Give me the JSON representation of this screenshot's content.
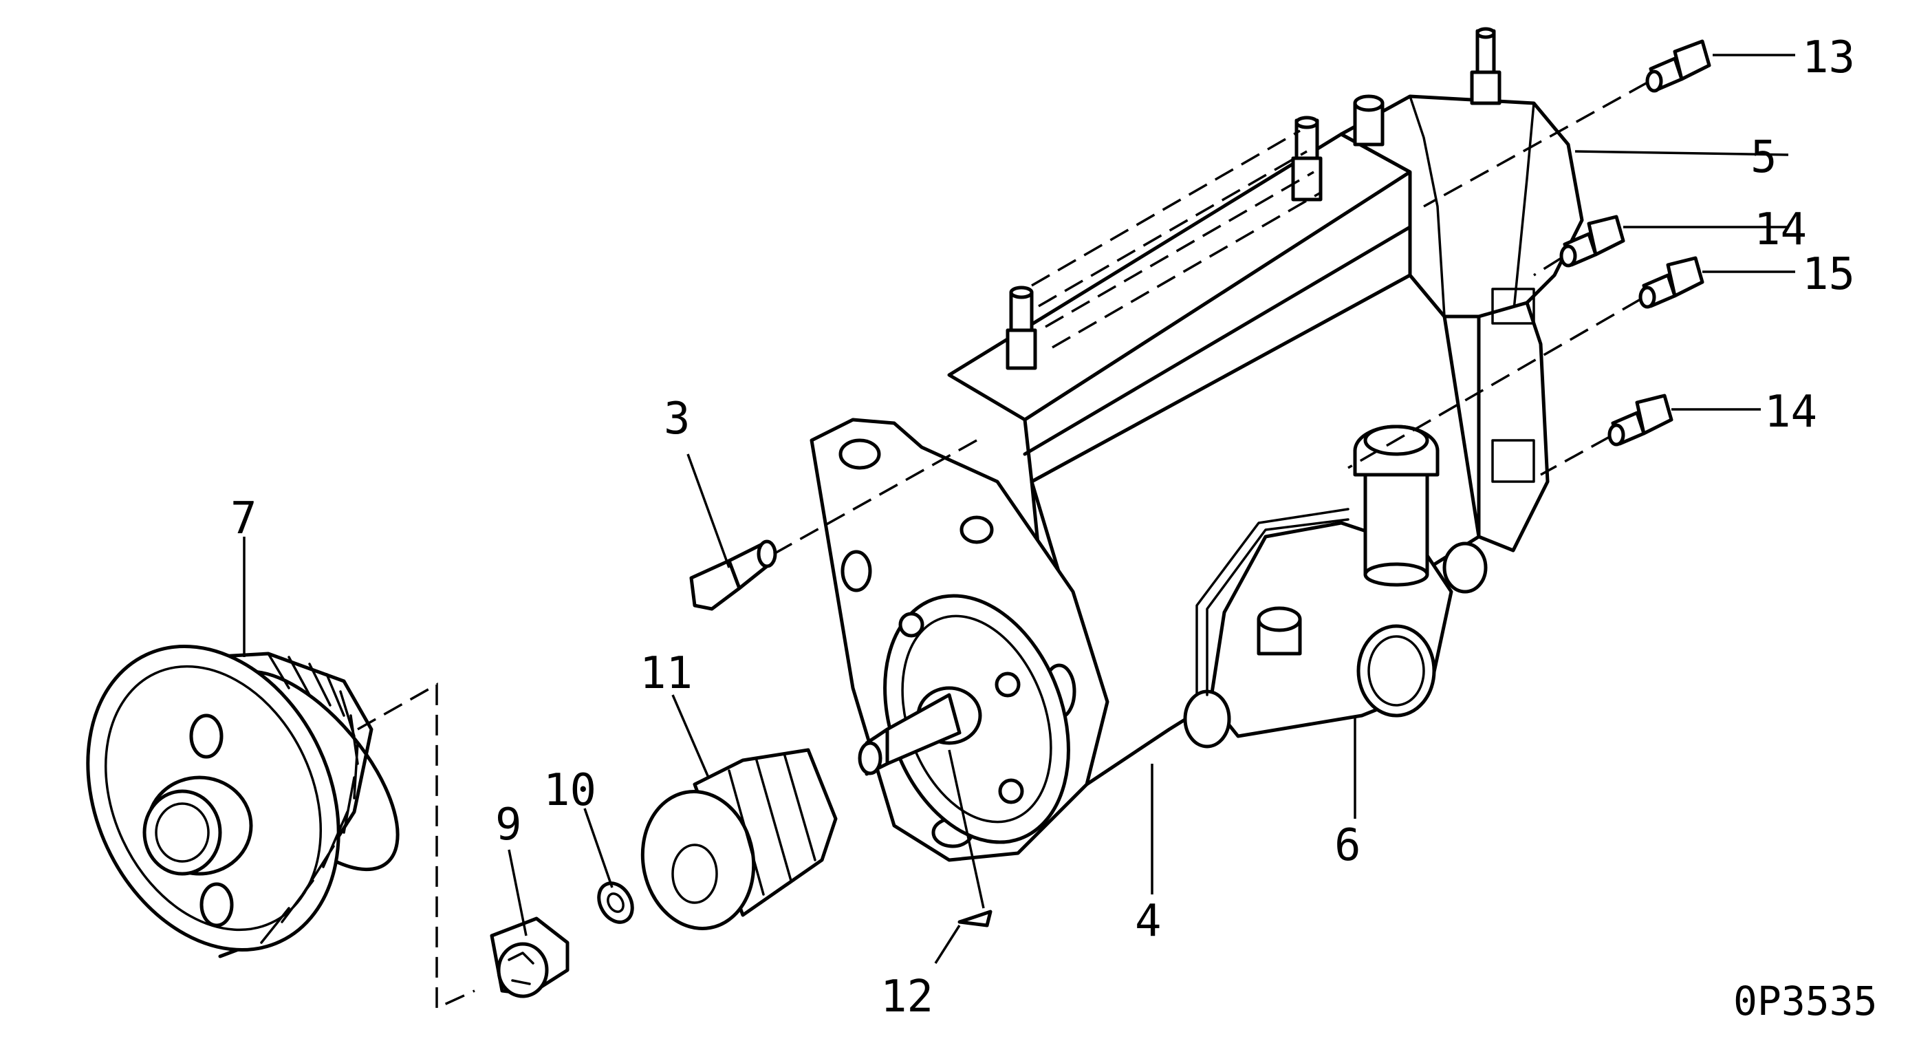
{
  "callouts": {
    "c3": "3",
    "c4": "4",
    "c5": "5",
    "c6": "6",
    "c7": "7",
    "c9": "9",
    "c10": "10",
    "c11": "11",
    "c12": "12",
    "c13": "13",
    "c14a": "14",
    "c14b": "14",
    "c15": "15"
  },
  "drawing_code": "0P3535"
}
